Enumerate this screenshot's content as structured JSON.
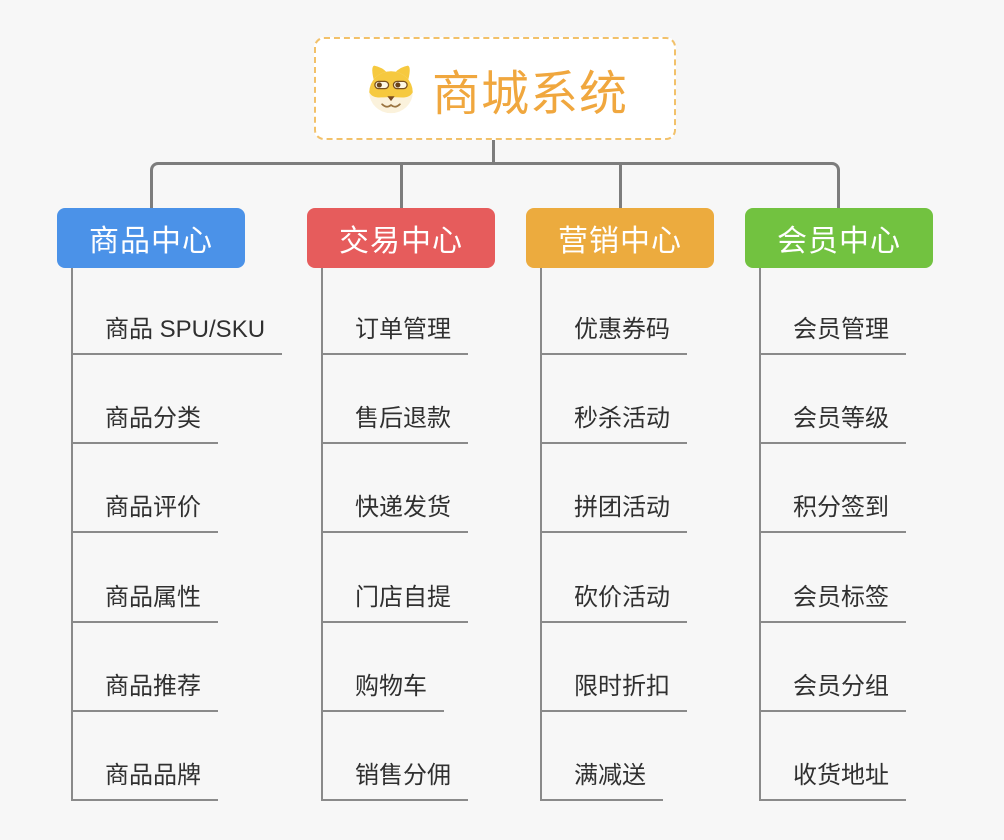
{
  "page": {
    "background": "#f7f7f7"
  },
  "root": {
    "title": "商城系统",
    "icon": "shiba-dog-icon",
    "text_color": "#f0a73e",
    "border_color": "#f2c16a",
    "background": "#ffffff"
  },
  "connectors": {
    "tree_color": "#7d7d7d",
    "leaf_line_color": "#8a8a8a"
  },
  "leaf_text_color": "#303030",
  "branch_text_color": "#ffffff",
  "branches": [
    {
      "label": "商品中心",
      "color": "#4b92e8",
      "items": [
        "商品 SPU/SKU",
        "商品分类",
        "商品评价",
        "商品属性",
        "商品推荐",
        "商品品牌"
      ]
    },
    {
      "label": "交易中心",
      "color": "#e65c5c",
      "items": [
        "订单管理",
        "售后退款",
        "快递发货",
        "门店自提",
        "购物车",
        "销售分佣"
      ]
    },
    {
      "label": "营销中心",
      "color": "#ecab3e",
      "items": [
        "优惠券码",
        "秒杀活动",
        "拼团活动",
        "砍价活动",
        "限时折扣",
        "满减送"
      ]
    },
    {
      "label": "会员中心",
      "color": "#72c240",
      "items": [
        "会员管理",
        "会员等级",
        "积分签到",
        "会员标签",
        "会员分组",
        "收货地址"
      ]
    }
  ]
}
